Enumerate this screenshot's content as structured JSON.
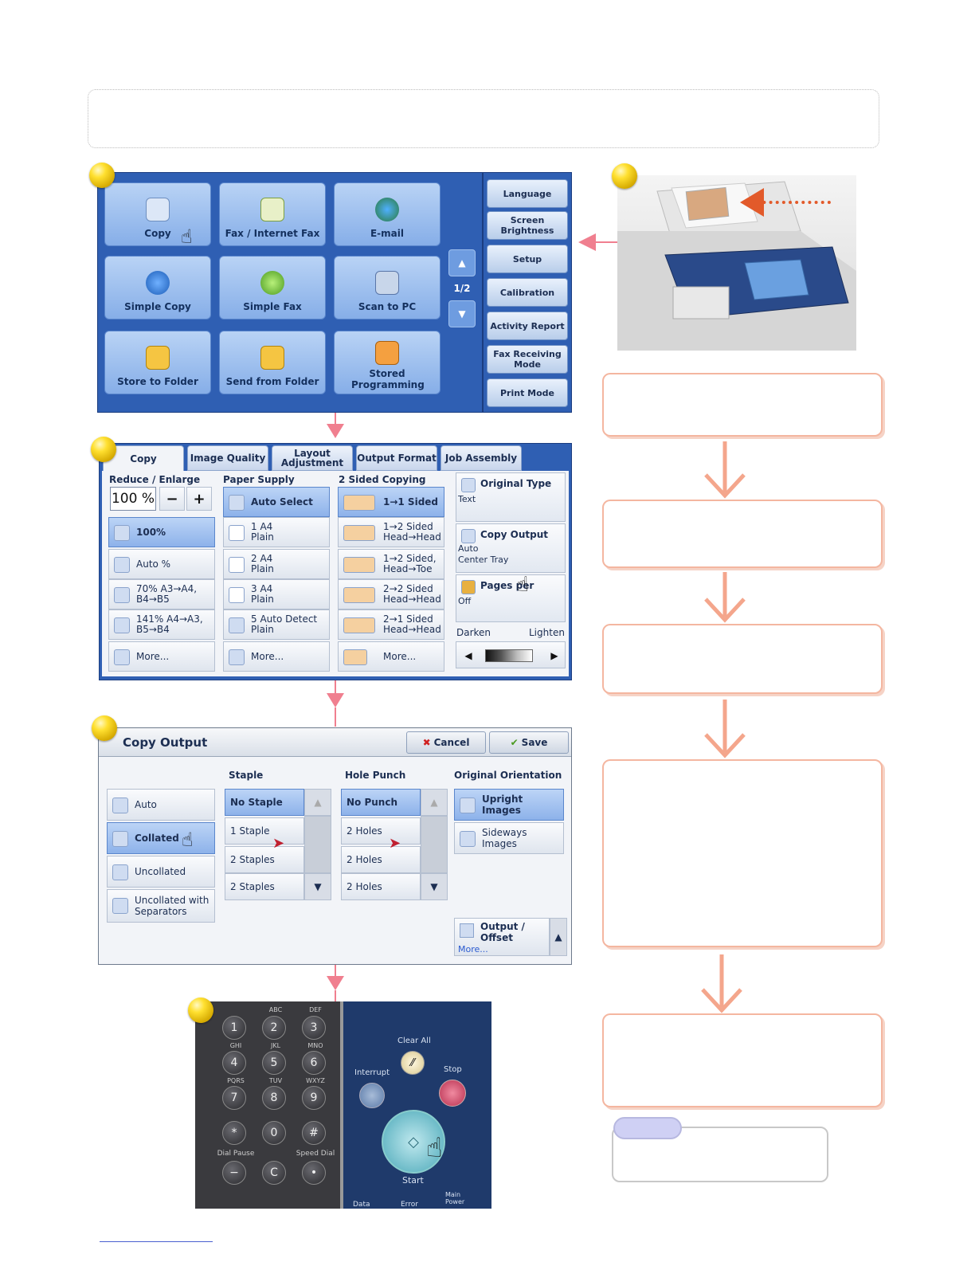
{
  "home": {
    "services": [
      {
        "label": "Copy"
      },
      {
        "label": "Fax / Internet Fax"
      },
      {
        "label": "E-mail"
      },
      {
        "label": "Simple Copy"
      },
      {
        "label": "Simple Fax"
      },
      {
        "label": "Scan to PC"
      },
      {
        "label": "Store to Folder"
      },
      {
        "label": "Send from Folder"
      },
      {
        "label": "Stored Programming"
      }
    ],
    "page_indicator": "1/2",
    "side_buttons": [
      {
        "label": "Language"
      },
      {
        "label": "Screen Brightness"
      },
      {
        "label": "Setup"
      },
      {
        "label": "Calibration"
      },
      {
        "label": "Activity Report"
      },
      {
        "label": "Fax Receiving Mode"
      },
      {
        "label": "Print Mode"
      }
    ]
  },
  "copy_screen": {
    "tabs": [
      {
        "label": "Copy"
      },
      {
        "label": "Image Quality"
      },
      {
        "label": "Layout Adjustment"
      },
      {
        "label": "Output Format"
      },
      {
        "label": "Job Assembly"
      }
    ],
    "reduce_enlarge": {
      "header": "Reduce / Enlarge",
      "value": "100 %",
      "minus": "−",
      "plus": "+",
      "options": [
        "100%",
        "Auto %",
        "70% A3→A4, B4→B5",
        "141% A4→A3, B5→B4",
        "More..."
      ]
    },
    "paper_supply": {
      "header": "Paper Supply",
      "options": [
        "Auto Select",
        "1 A4 Plain",
        "2 A4 Plain",
        "3 A4 Plain",
        "5 Auto Detect Plain",
        "More..."
      ]
    },
    "two_sided": {
      "header": "2 Sided Copying",
      "options": [
        "1→1 Sided",
        "1→2 Sided Head→Head",
        "1→2 Sided, Head→Toe",
        "2→2 Sided Head→Head",
        "2→1 Sided Head→Head",
        "More..."
      ]
    },
    "original_type": {
      "title": "Original Type",
      "value": "Text"
    },
    "copy_output": {
      "title": "Copy Output",
      "value_line1": "Auto",
      "value_line2": "Center Tray"
    },
    "pages_per_side": {
      "title": "Pages per",
      "value": "Off"
    },
    "darken_label": "Darken",
    "lighten_label": "Lighten"
  },
  "copy_output": {
    "title": "Copy Output",
    "cancel_label": "Cancel",
    "save_label": "Save",
    "left_options": [
      "Auto",
      "Collated",
      "Uncollated",
      "Uncollated with Separators"
    ],
    "staple_header": "Staple",
    "staple_options": [
      "No Staple",
      "1 Staple",
      "2 Staples",
      "2 Staples"
    ],
    "hole_header": "Hole Punch",
    "hole_options": [
      "No Punch",
      "2 Holes",
      "2 Holes",
      "2 Holes"
    ],
    "orientation_header": "Original Orientation",
    "orientation_options": [
      "Upright Images",
      "Sideways Images"
    ],
    "offset_label": "Output / Offset",
    "more_label": "More..."
  },
  "keypad": {
    "keys": [
      "1",
      "2",
      "3",
      "4",
      "5",
      "6",
      "7",
      "8",
      "9",
      "*",
      "0",
      "#",
      "−",
      "C",
      "•"
    ],
    "letters": [
      "ABC",
      "DEF",
      "GHI",
      "JKL",
      "MNO",
      "PQRS",
      "TUV",
      "WXYZ"
    ],
    "dial_pause": "Dial Pause",
    "speed_dial": "Speed Dial",
    "clear_all": "Clear All",
    "interrupt": "Interrupt",
    "stop": "Stop",
    "start": "Start",
    "data": "Data",
    "error": "Error",
    "main_power": "Main Power"
  },
  "colors": {
    "panel_blue": "#2f5fb3",
    "flow_border": "#f4b6a0",
    "flow_arrow": "#f4a68c",
    "connector": "#f07f8f",
    "bullet": "#ffe030"
  }
}
